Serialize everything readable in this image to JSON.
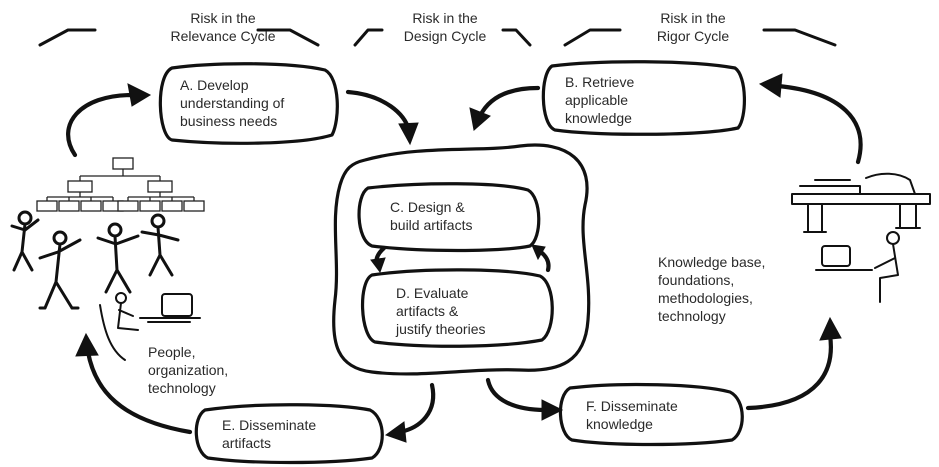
{
  "risk_labels": {
    "relevance": [
      "Risk in the",
      "Relevance Cycle"
    ],
    "design": [
      "Risk in the",
      "Design Cycle"
    ],
    "rigor": [
      "Risk in the",
      "Rigor Cycle"
    ]
  },
  "boxes": {
    "a": [
      "A. Develop",
      "understanding of",
      "business needs"
    ],
    "b": [
      "B. Retrieve",
      "applicable",
      "knowledge"
    ],
    "c": [
      "C. Design &",
      "build artifacts"
    ],
    "d": [
      "D. Evaluate",
      "artifacts &",
      "justify theories"
    ],
    "e": [
      "E. Disseminate",
      "artifacts"
    ],
    "f": [
      "F. Disseminate",
      "knowledge"
    ]
  },
  "environment_label": [
    "People,",
    "organization,",
    "technology"
  ],
  "knowledge_label": [
    "Knowledge base,",
    "foundations,",
    "methodologies,",
    "technology"
  ]
}
